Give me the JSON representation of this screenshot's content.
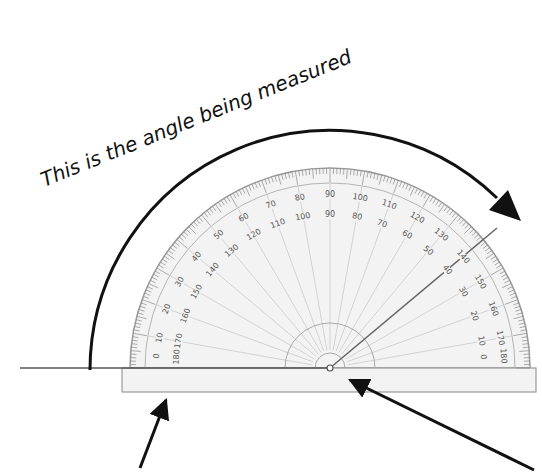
{
  "diagram": {
    "labels": [
      "This is the angle being measured",
      "0",
      "10",
      "20",
      "30",
      "40",
      "50",
      "60",
      "70",
      "80",
      "90",
      "100",
      "110",
      "120",
      "130",
      "140",
      "150",
      "160",
      "170",
      "180",
      "180",
      "170",
      "160",
      "150",
      "140",
      "130",
      "120",
      "110",
      "100",
      "90",
      "80",
      "70",
      "60",
      "50",
      "40",
      "30",
      "20",
      "10",
      "0"
    ]
  }
}
